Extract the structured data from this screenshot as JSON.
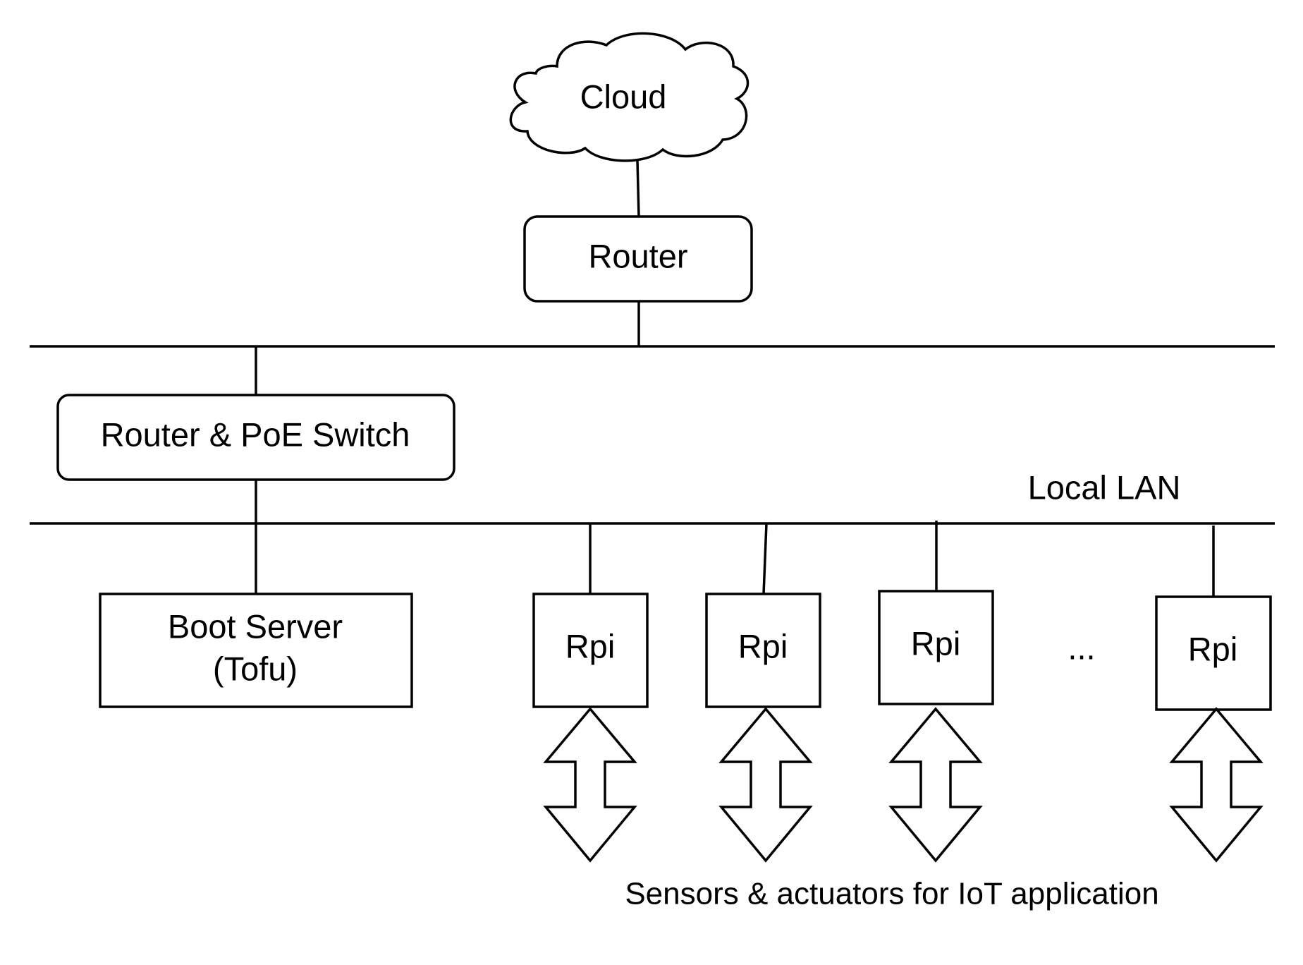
{
  "diagram": {
    "cloud_label": "Cloud",
    "router_label": "Router",
    "poe_switch_label": "Router & PoE Switch",
    "lan_label": "Local LAN",
    "boot_server_line1": "Boot Server",
    "boot_server_line2": "(Tofu)",
    "rpi_label": "Rpi",
    "ellipsis_label": "...",
    "sensors_label": "Sensors & actuators for IoT application"
  },
  "colors": {
    "stroke": "#000000",
    "background": "#ffffff"
  }
}
